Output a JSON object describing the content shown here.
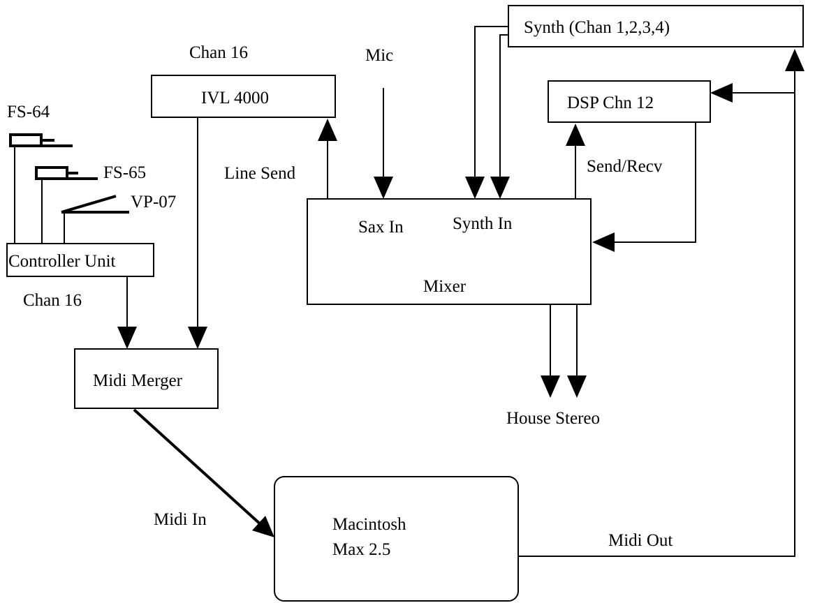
{
  "nodes": {
    "synth": "Synth (Chan 1,2,3,4)",
    "dsp": "DSP Chn 12",
    "ivl": "IVL 4000",
    "mixer": "Mixer",
    "controller": "Controller Unit",
    "merger": "Midi Merger",
    "mac_line1": "Macintosh",
    "mac_line2": "Max 2.5"
  },
  "pedals": {
    "fs64": "FS-64",
    "fs65": "FS-65",
    "vp07": "VP-07"
  },
  "labels": {
    "chan16_ivl": "Chan 16",
    "chan16_ctrl": "Chan 16",
    "mic": "Mic",
    "line_send": "Line Send",
    "send_recv": "Send/Recv",
    "sax_in": "Sax In",
    "synth_in": "Synth In",
    "house_stereo": "House Stereo",
    "midi_in": "Midi In",
    "midi_out": "Midi Out"
  }
}
